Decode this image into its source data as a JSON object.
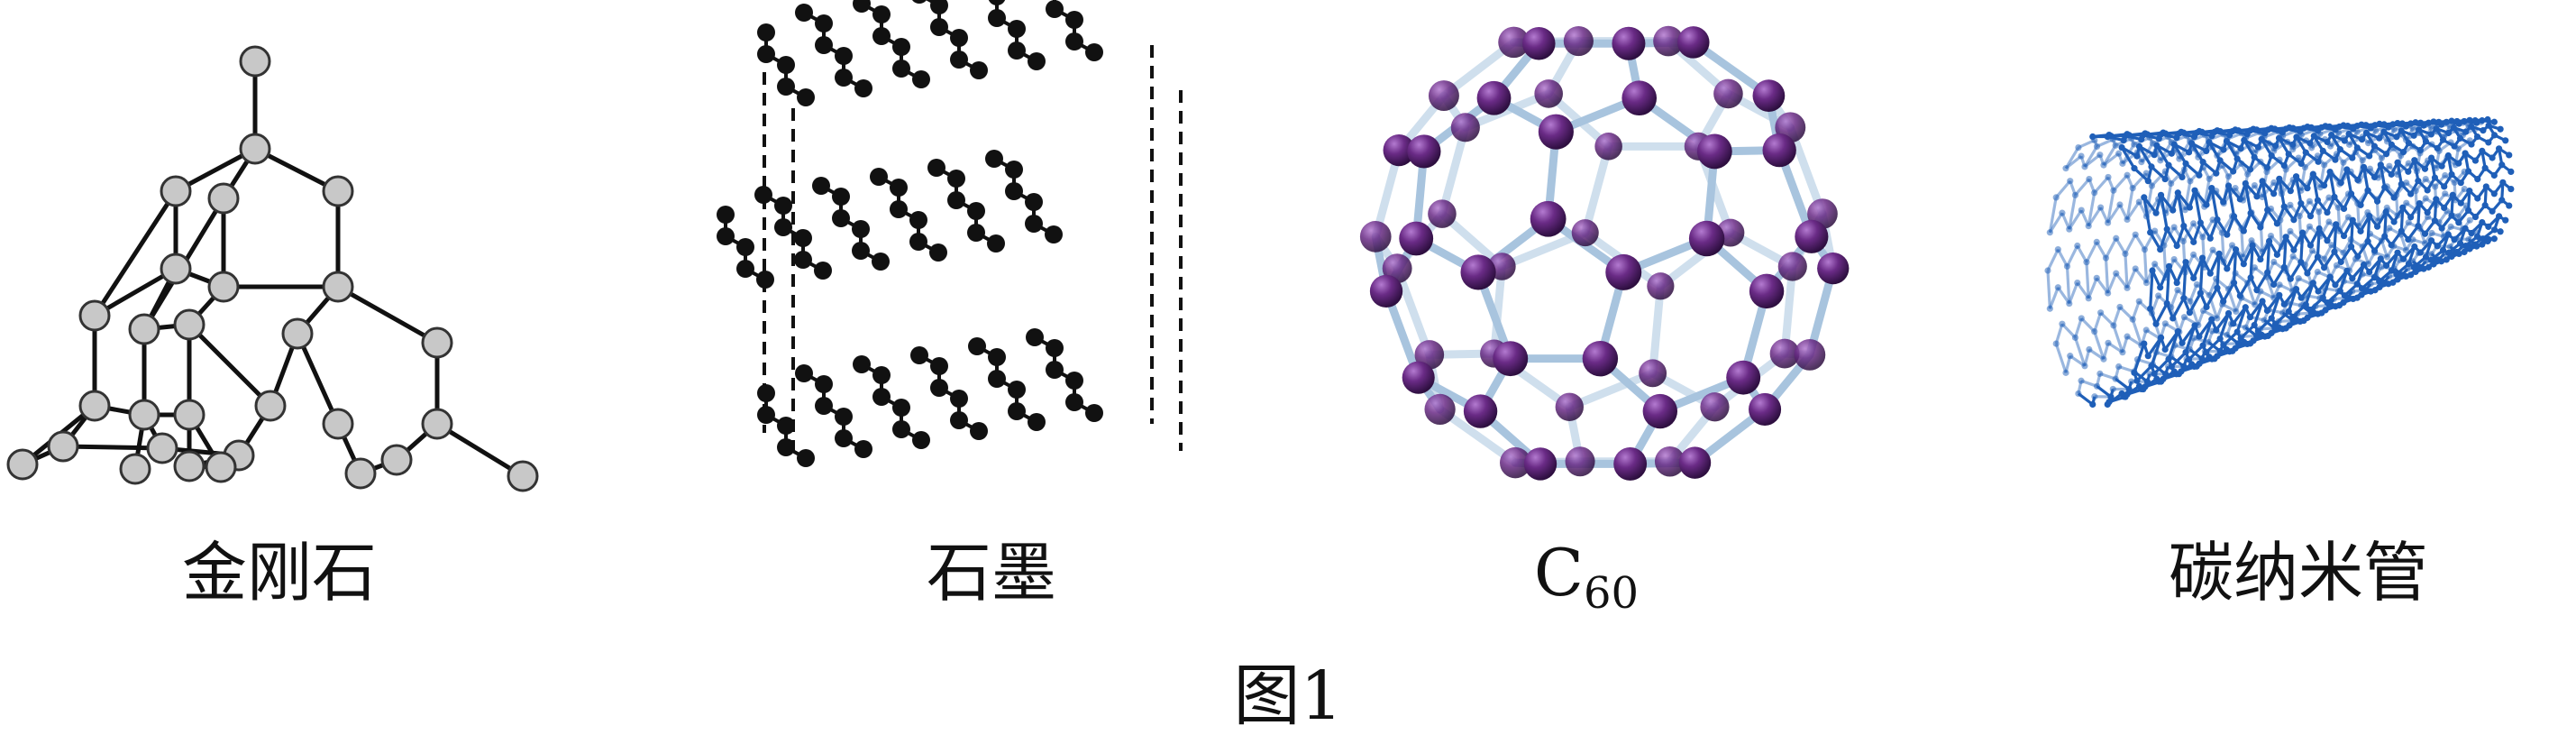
{
  "structures": [
    {
      "name": "金刚石"
    },
    {
      "name": "石墨"
    },
    {
      "name": "C",
      "subscript": "60"
    },
    {
      "name": "碳纳米管"
    }
  ],
  "caption": "图1",
  "colors": {
    "diamond_atom": "#c8c8c8",
    "graphite_atom": "#111111",
    "c60_atom": "#6a2b86",
    "c60_bond": "#a8c4de",
    "nanotube": "#1f5fb8"
  }
}
